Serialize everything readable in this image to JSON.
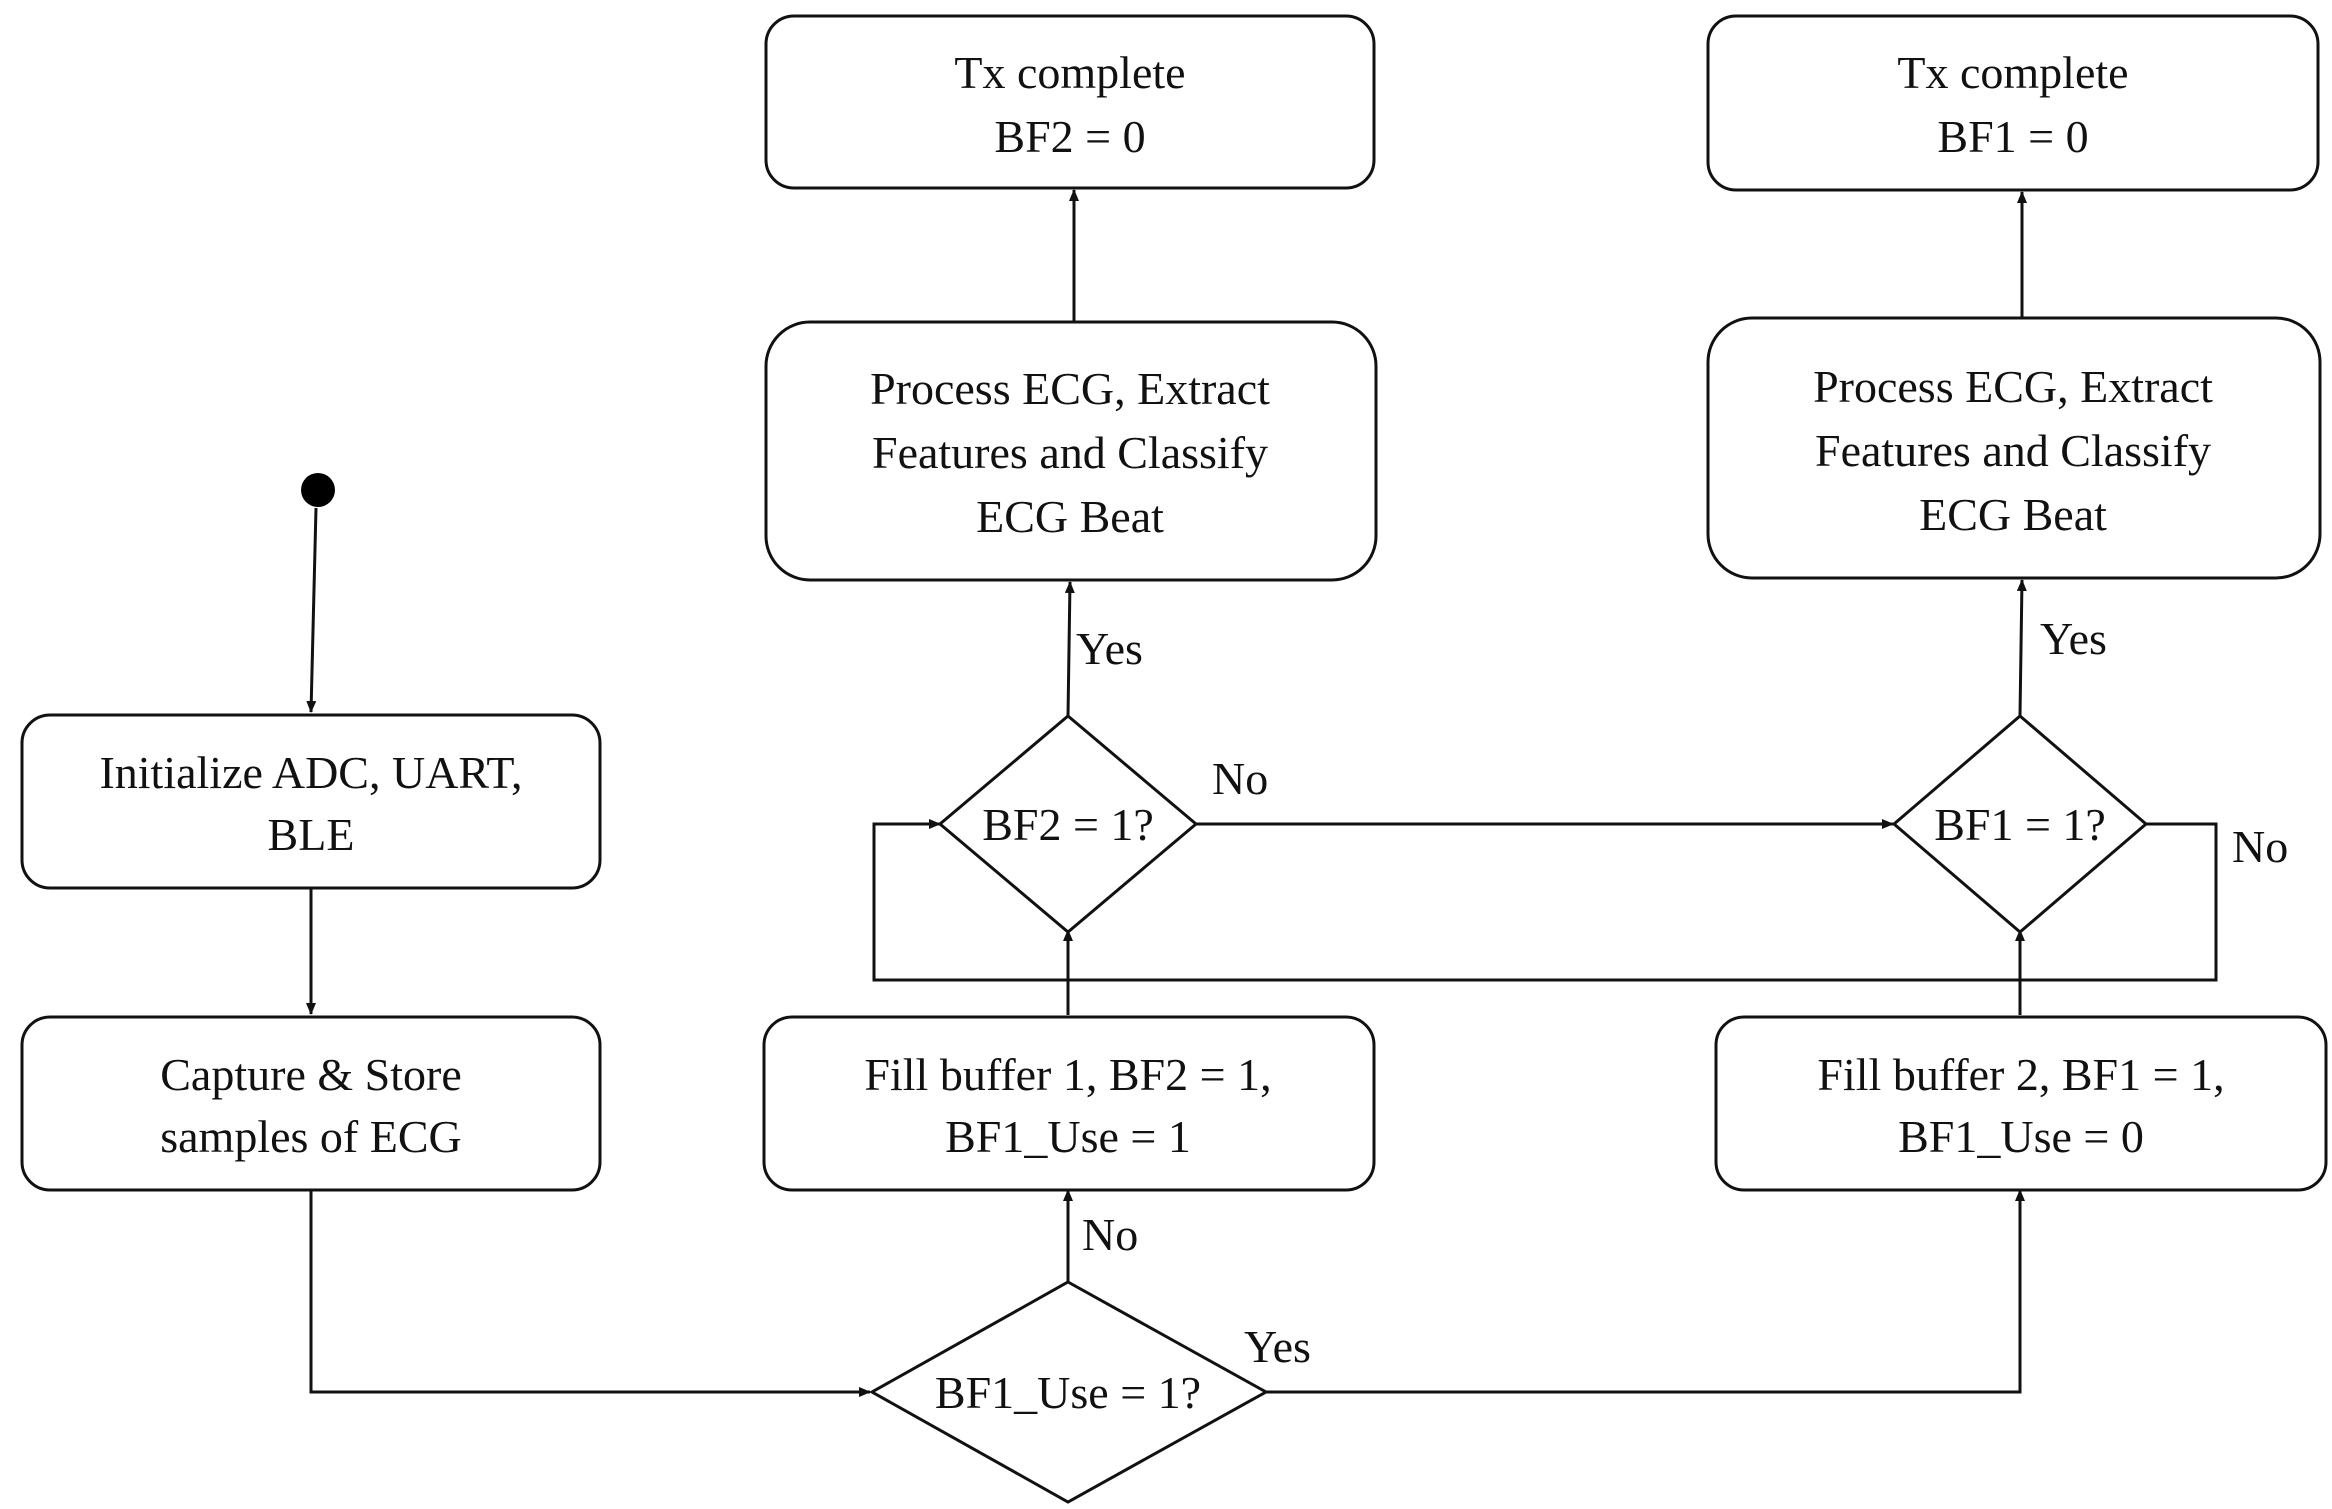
{
  "nodes": {
    "tx_complete_bf2": {
      "lines": [
        "Tx complete",
        "BF2 = 0"
      ]
    },
    "tx_complete_bf1": {
      "lines": [
        "Tx complete",
        "BF1 = 0"
      ]
    },
    "process_left": {
      "lines": [
        "Process ECG, Extract",
        "Features and Classify",
        "ECG Beat"
      ]
    },
    "process_right": {
      "lines": [
        "Process ECG, Extract",
        "Features and Classify",
        "ECG Beat"
      ]
    },
    "initialize": {
      "lines": [
        "Initialize ADC, UART,",
        "BLE"
      ]
    },
    "capture": {
      "lines": [
        "Capture & Store",
        "samples of ECG"
      ]
    },
    "fill_buffer_1": {
      "lines": [
        "Fill buffer 1, BF2 = 1,",
        "BF1_Use = 1"
      ]
    },
    "fill_buffer_2": {
      "lines": [
        "Fill buffer 2, BF1 = 1,",
        "BF1_Use = 0"
      ]
    },
    "decision_bf2": {
      "label": "BF2 = 1?"
    },
    "decision_bf1": {
      "label": "BF1 = 1?"
    },
    "decision_bf1_use": {
      "label": "BF1_Use = 1?"
    }
  },
  "edge_labels": {
    "bf2_yes": "Yes",
    "bf1_yes": "Yes",
    "bf2_no": "No",
    "bf1_no": "No",
    "bf1_use_no": "No",
    "bf1_use_yes": "Yes"
  },
  "colors": {
    "stroke": "#111111",
    "fill": "#ffffff",
    "start_node": "#000000"
  }
}
